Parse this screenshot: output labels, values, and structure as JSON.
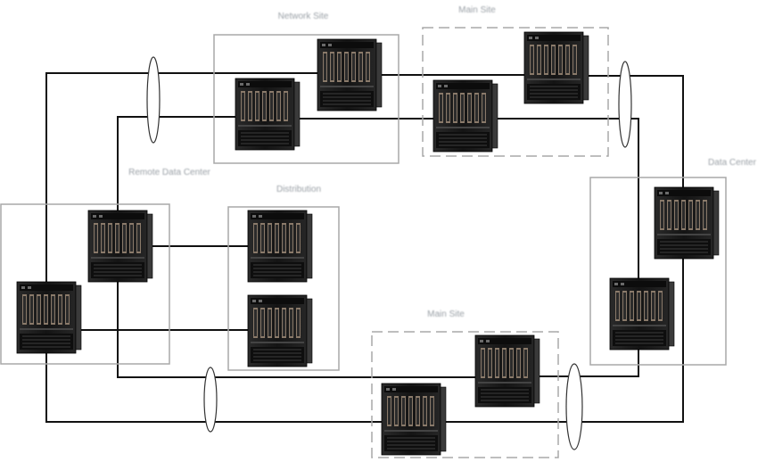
{
  "diagram": {
    "sites": [
      {
        "id": "site-top-center",
        "label": "Network Site"
      },
      {
        "id": "site-top-right",
        "label": "Main Site"
      },
      {
        "id": "site-left",
        "label": "Remote Data Center"
      },
      {
        "id": "site-center-left",
        "label": "Distribution"
      },
      {
        "id": "site-right",
        "label": "Data Center"
      },
      {
        "id": "site-bottom",
        "label": "Main Site"
      }
    ],
    "device_icon": "network-switch-chassis-icon",
    "lag_icon": "link-aggregation-ellipse-icon",
    "colors": {
      "line": "#111111",
      "box_border": "#a8a8a8",
      "label": "#9aa0a6",
      "chassis_dark": "#1c1c1c"
    }
  }
}
